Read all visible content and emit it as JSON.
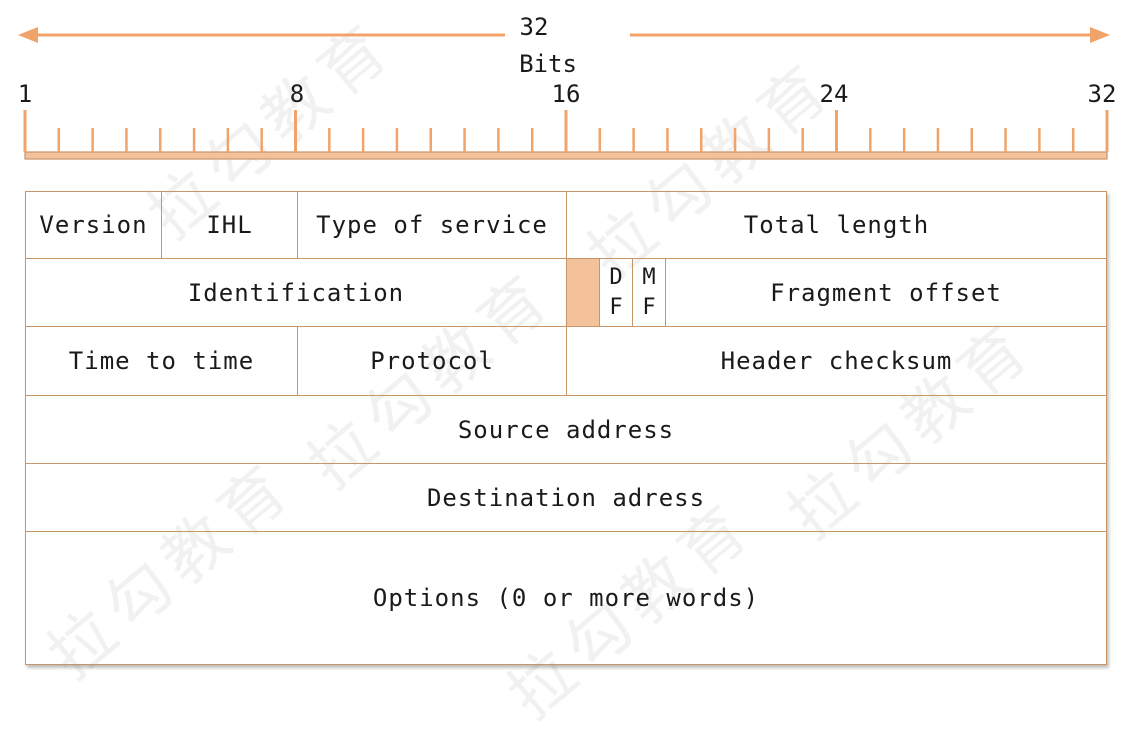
{
  "ruler": {
    "width_label": "32",
    "unit_label": "Bits",
    "tick_labels": [
      "1",
      "8",
      "16",
      "24",
      "32"
    ]
  },
  "rows": {
    "row1": {
      "version": "Version",
      "ihl": "IHL",
      "tos": "Type of service",
      "total_length": "Total length"
    },
    "row2": {
      "identification": "Identification",
      "df_top": "D",
      "df_bottom": "F",
      "mf_top": "M",
      "mf_bottom": "F",
      "fragment_offset": "Fragment offset"
    },
    "row3": {
      "ttl": "Time to time",
      "protocol": "Protocol",
      "checksum": "Header checksum"
    },
    "row4": {
      "source": "Source address"
    },
    "row5": {
      "destination": "Destination adress"
    },
    "row6": {
      "options": "Options (0 or more words)"
    }
  },
  "colors": {
    "accent": "#f0a46a",
    "line": "#c8946a",
    "reserved_fill": "#f3c29b"
  }
}
